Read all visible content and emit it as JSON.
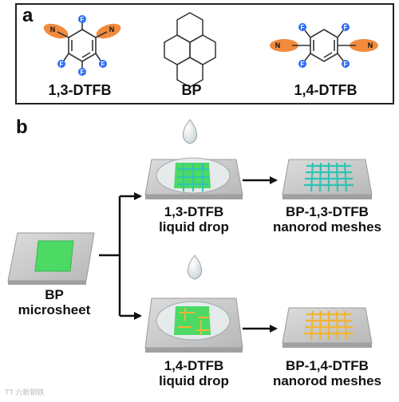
{
  "panel_a": {
    "letter": "a",
    "molecules": [
      {
        "name": "1,3-DTFB",
        "atoms": [
          "N",
          "N",
          "F",
          "F",
          "F",
          "F"
        ]
      },
      {
        "name": "BP"
      },
      {
        "name": "1,4-DTFB",
        "atoms": [
          "N",
          "N",
          "F",
          "F",
          "F",
          "F"
        ]
      }
    ]
  },
  "panel_b": {
    "letter": "b",
    "source": {
      "line1": "BP",
      "line2": "microsheet"
    },
    "steps": [
      {
        "drop_line1": "1,3-DTFB",
        "drop_line2": "liquid drop",
        "product_line1": "BP-1,3-DTFB",
        "product_line2": "nanorod meshes",
        "mesh_color": "#2ec4b4"
      },
      {
        "drop_line1": "1,4-DTFB",
        "drop_line2": "liquid drop",
        "product_line1": "BP-1,4-DTFB",
        "product_line2": "nanorod meshes",
        "mesh_color": "#f2b431"
      }
    ]
  },
  "colors": {
    "sheet": "#4cd964",
    "highlight": "#f08a3c",
    "fluorine": "#2d6ff0",
    "substrate": "#cfcfcf"
  },
  "watermark": "TT 六新钢铁"
}
